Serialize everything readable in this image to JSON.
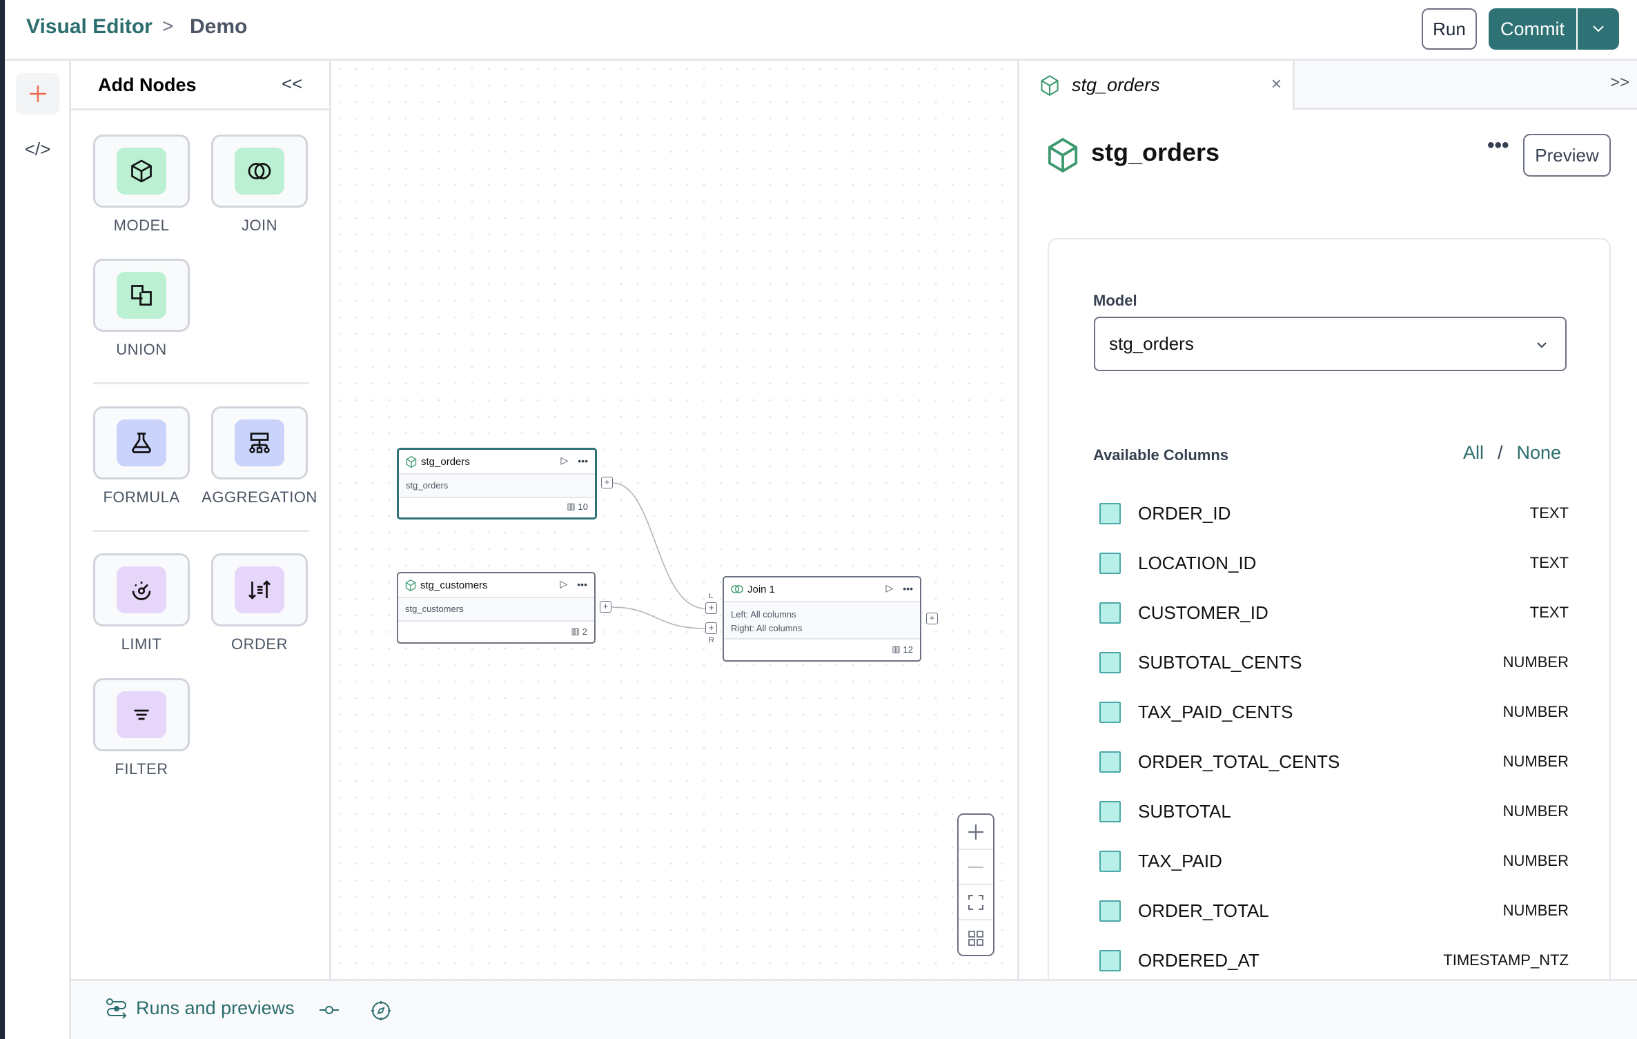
{
  "header": {
    "breadcrumb_root": "Visual Editor",
    "breadcrumb_separator": ">",
    "breadcrumb_current": "Demo",
    "run_label": "Run",
    "commit_label": "Commit"
  },
  "rail": {
    "items": [
      {
        "icon": "plus-icon",
        "active": true
      },
      {
        "icon": "code-icon",
        "label": "</>"
      }
    ]
  },
  "palette": {
    "title": "Add Nodes",
    "collapse_label": "<<",
    "nodes": [
      {
        "label": "MODEL",
        "icon": "cube-icon",
        "color": "#bbf0d2"
      },
      {
        "label": "JOIN",
        "icon": "join-icon",
        "color": "#bbf0d2"
      },
      {
        "label": "UNION",
        "icon": "union-icon",
        "color": "#bbf0d2"
      },
      {
        "label": "FORMULA",
        "icon": "flask-icon",
        "color": "#c9d3fb"
      },
      {
        "label": "AGGREGATION",
        "icon": "hierarchy-icon",
        "color": "#c9d3fb"
      },
      {
        "label": "LIMIT",
        "icon": "gauge-icon",
        "color": "#e6d6fa"
      },
      {
        "label": "ORDER",
        "icon": "sort-icon",
        "color": "#e6d6fa"
      },
      {
        "label": "FILTER",
        "icon": "filter-icon",
        "color": "#e6d6fa"
      }
    ]
  },
  "canvas": {
    "nodes": [
      {
        "title": "stg_orders",
        "body": "stg_orders",
        "columns": "10",
        "selected": true
      },
      {
        "title": "stg_customers",
        "body": "stg_customers",
        "columns": "2"
      },
      {
        "title": "Join 1",
        "body_left": "Left: All columns",
        "body_right": "Right: All columns",
        "columns": "12",
        "port_left": "L",
        "port_right": "R"
      }
    ]
  },
  "right_panel": {
    "tab_label": "stg_orders",
    "close_label": "×",
    "expand_label": ">>",
    "title": "stg_orders",
    "more_label": "•••",
    "preview_label": "Preview",
    "model_label": "Model",
    "model_value": "stg_orders",
    "available_columns_label": "Available Columns",
    "all_label": "All",
    "slash": "/",
    "none_label": "None",
    "columns": [
      {
        "name": "ORDER_ID",
        "type": "TEXT"
      },
      {
        "name": "LOCATION_ID",
        "type": "TEXT"
      },
      {
        "name": "CUSTOMER_ID",
        "type": "TEXT"
      },
      {
        "name": "SUBTOTAL_CENTS",
        "type": "NUMBER"
      },
      {
        "name": "TAX_PAID_CENTS",
        "type": "NUMBER"
      },
      {
        "name": "ORDER_TOTAL_CENTS",
        "type": "NUMBER"
      },
      {
        "name": "SUBTOTAL",
        "type": "NUMBER"
      },
      {
        "name": "TAX_PAID",
        "type": "NUMBER"
      },
      {
        "name": "ORDER_TOTAL",
        "type": "NUMBER"
      },
      {
        "name": "ORDERED_AT",
        "type": "TIMESTAMP_NTZ"
      }
    ]
  },
  "bottom": {
    "runs_label": "Runs and previews"
  },
  "colors": {
    "accent": "#2f7275",
    "model_green": "#3d9970",
    "checkbox_fill": "#b9efe9"
  }
}
